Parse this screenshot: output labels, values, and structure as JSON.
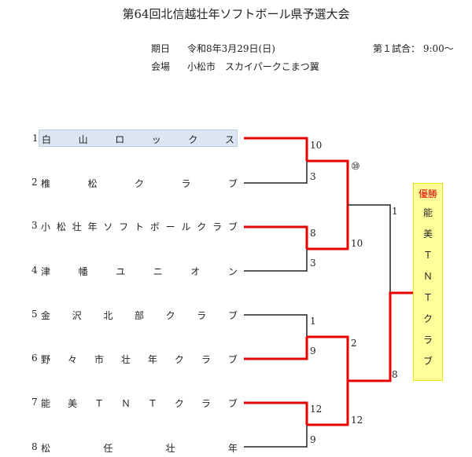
{
  "title": "第64回北信越壮年ソフトボール県予選大会",
  "date_label": "期日",
  "date_value": "令和8年3月29日(日)",
  "venue_label": "会場",
  "venue_value": "小松市　スカイパークこまつ翼",
  "first_match": "第１試合：  9:00～",
  "teams": [
    {
      "num": "1",
      "name": "白山ロックス"
    },
    {
      "num": "2",
      "name": "椎松クラブ"
    },
    {
      "num": "3",
      "name": "小松壮年ソフトボールクラブ"
    },
    {
      "num": "4",
      "name": "津幡ユニオン"
    },
    {
      "num": "5",
      "name": "金沢北部クラブ"
    },
    {
      "num": "6",
      "name": "野々市壮年クラブ"
    },
    {
      "num": "7",
      "name": "能美ＴＮＴクラブ"
    },
    {
      "num": "8",
      "name": "松任壮年"
    }
  ],
  "scores": {
    "m1_top": "10",
    "m1_bottom": "3",
    "m2_top": "8",
    "m2_bottom": "3",
    "m3_top": "1",
    "m3_bottom": "9",
    "m4_top": "12",
    "m4_bottom": "9",
    "sf1_top": "⑩",
    "sf1_bottom": "10",
    "sf2_top": "2",
    "sf2_bottom": "12",
    "final_top": "1",
    "final_bottom": "8"
  },
  "champion_label": "優勝",
  "champion_name": "能美ＴＮＴクラブ",
  "colors": {
    "winner_line": "#e60000",
    "loser_line": "#222222",
    "highlight": "#dce6f2",
    "champion_bg": "#ffff99"
  }
}
